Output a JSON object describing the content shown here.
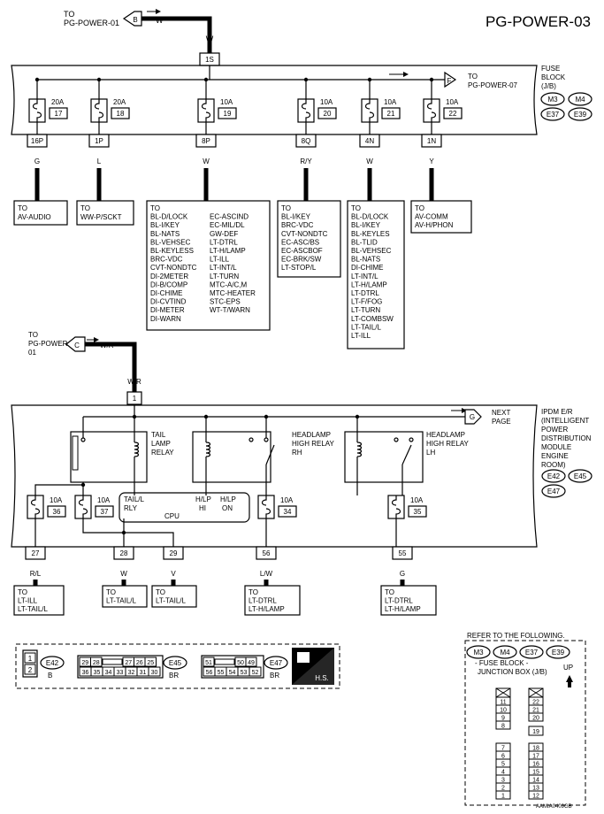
{
  "page_title": "PG-POWER-03",
  "top": {
    "to_label": "TO",
    "to_ref": "PG-POWER-01",
    "conn_letter": "B",
    "wire_color": "W",
    "wire_color_lower": "W",
    "connector": "1S"
  },
  "fuse_block": {
    "title_lines": [
      "FUSE",
      "BLOCK",
      "(J/B)"
    ],
    "connectors": [
      "M3",
      "M4",
      "E37",
      "E39"
    ],
    "to_label": "TO",
    "to_ref": "PG-POWER-07",
    "link_letter": "F",
    "fuses": [
      {
        "amp": "20A",
        "num": "17",
        "conn": "16P",
        "wire": "G"
      },
      {
        "amp": "20A",
        "num": "18",
        "conn": "1P",
        "wire": "L"
      },
      {
        "amp": "10A",
        "num": "19",
        "conn": "8P",
        "wire": "W"
      },
      {
        "amp": "10A",
        "num": "20",
        "conn": "8Q",
        "wire": "R/Y"
      },
      {
        "amp": "10A",
        "num": "21",
        "conn": "4N",
        "wire": "W"
      },
      {
        "amp": "10A",
        "num": "22",
        "conn": "1N",
        "wire": "Y"
      }
    ]
  },
  "destinations": {
    "audio": [
      "TO",
      "AV-AUDIO"
    ],
    "socket": [
      "TO",
      "WW-P/SCKT"
    ],
    "f19_left": [
      "TO",
      "BL-D/LOCK",
      "BL-I/KEY",
      "BL-NATS",
      "BL-VEHSEC",
      "BL-KEYLESS",
      "BRC-VDC",
      "CVT-NONDTC",
      "DI-2METER",
      "DI-B/COMP",
      "DI-CHIME",
      "DI-CVTIND",
      "DI-METER",
      "DI-WARN"
    ],
    "f19_right": [
      "EC-ASCIND",
      "EC-MIL/DL",
      "GW-DEF",
      "LT-DTRL",
      "LT-H/LAMP",
      "LT-ILL",
      "LT-INT/L",
      "LT-TURN",
      "MTC-A/C,M",
      "MTC-HEATER",
      "STC-EPS",
      "WT-T/WARN"
    ],
    "f20": [
      "TO",
      "BL-I/KEY",
      "BRC-VDC",
      "CVT-NONDTC",
      "EC-ASC/BS",
      "EC-ASCBOF",
      "EC-BRK/SW",
      "LT-STOP/L"
    ],
    "f21": [
      "TO",
      "BL-D/LOCK",
      "BL-I/KEY",
      "BL-KEYLES",
      "BL-TLID",
      "BL-VEHSEC",
      "BL-NATS",
      "DI-CHIME",
      "LT-INT/L",
      "LT-H/LAMP",
      "LT-DTRL",
      "LT-F/FOG",
      "LT-TURN",
      "LT-COMBSW",
      "LT-TAIL/L",
      "LT-ILL"
    ],
    "f22": [
      "TO",
      "AV-COMM",
      "AV-H/PHON"
    ]
  },
  "ipdm": {
    "in_to_lines": [
      "TO",
      "PG-POWER-",
      "01"
    ],
    "in_letter": "C",
    "in_wire": "W/R",
    "in_wire_lower": "W/R",
    "in_conn": "1",
    "next_letter": "G",
    "next_lines": [
      "NEXT",
      "PAGE"
    ],
    "title_lines": [
      "IPDM E/R",
      "(INTELLIGENT",
      "POWER",
      "DISTRIBUTION",
      "MODULE",
      "ENGINE",
      "ROOM)"
    ],
    "connectors": [
      "E42",
      "E45",
      "E47"
    ],
    "tail_relay": [
      "TAIL",
      "LAMP",
      "RELAY"
    ],
    "hl_rh": [
      "HEADLAMP",
      "HIGH RELAY",
      "RH"
    ],
    "hl_lh": [
      "HEADLAMP",
      "HIGH RELAY",
      "LH"
    ],
    "cpu": {
      "label": "CPU",
      "tail_rly": [
        "TAIL/L",
        "RLY"
      ],
      "hlp_hi": [
        "H/LP",
        "HI"
      ],
      "hlp_on": [
        "H/LP",
        "ON"
      ]
    },
    "fuses": [
      {
        "amp": "10A",
        "num": "36"
      },
      {
        "amp": "10A",
        "num": "37"
      },
      {
        "amp": "10A",
        "num": "34"
      },
      {
        "amp": "10A",
        "num": "35"
      }
    ],
    "outputs": [
      {
        "conn": "27",
        "wire": "R/L",
        "dest": [
          "TO",
          "LT-ILL",
          "LT-TAIL/L"
        ]
      },
      {
        "conn": "28",
        "wire": "W",
        "dest": [
          "TO",
          "LT-TAIL/L"
        ]
      },
      {
        "conn": "29",
        "wire": "V",
        "dest": [
          "TO",
          "LT-TAIL/L"
        ]
      },
      {
        "conn": "56",
        "wire": "L/W",
        "dest": [
          "TO",
          "LT-DTRL",
          "LT-H/LAMP"
        ]
      },
      {
        "conn": "55",
        "wire": "G",
        "dest": [
          "TO",
          "LT-DTRL",
          "LT-H/LAMP"
        ]
      }
    ]
  },
  "connector_legend": {
    "e42": {
      "id": "E42",
      "color": "B",
      "pins": [
        "1",
        "2"
      ]
    },
    "e45": {
      "id": "E45",
      "color": "BR",
      "top": [
        "29",
        "28",
        "27",
        "26",
        "25"
      ],
      "bottom": [
        "36",
        "35",
        "34",
        "33",
        "32",
        "31",
        "30"
      ]
    },
    "e47": {
      "id": "E47",
      "color": "BR",
      "top": [
        "51",
        "50",
        "49"
      ],
      "bottom": [
        "56",
        "55",
        "54",
        "53",
        "52"
      ]
    },
    "hs": "H.S."
  },
  "jb_legend": {
    "refer": "REFER TO THE FOLLOWING.",
    "connectors": [
      "M3",
      "M4",
      "E37",
      "E39"
    ],
    "lines": [
      "- FUSE BLOCK -",
      "JUNCTION BOX (J/B)"
    ],
    "up": "UP",
    "left_top": [
      "11",
      "10",
      "9",
      "8"
    ],
    "right_top": [
      "22",
      "21",
      "20"
    ],
    "mid": "19",
    "left_bottom": [
      "7",
      "6",
      "5",
      "4",
      "3",
      "2",
      "1"
    ],
    "right_bottom": [
      "18",
      "17",
      "16",
      "15",
      "14",
      "13",
      "12"
    ],
    "code": "AAMIA0409GB"
  }
}
